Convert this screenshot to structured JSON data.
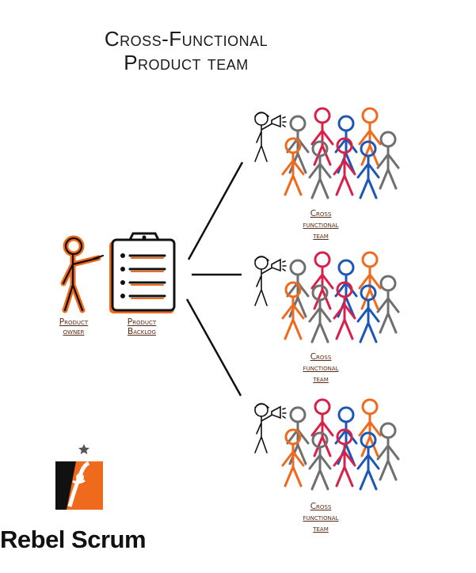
{
  "title": {
    "line1": "Cross-Functional",
    "line2": "Product team"
  },
  "product_owner": {
    "line1": "Product",
    "line2": "owner"
  },
  "product_backlog": {
    "line1": "Product",
    "line2": "Backlog"
  },
  "teams": [
    {
      "line1": "Cross",
      "line2": "functional",
      "line3": "team"
    },
    {
      "line1": "Cross",
      "line2": "functional",
      "line3": "team"
    },
    {
      "line1": "Cross",
      "line2": "functional",
      "line3": "team"
    }
  ],
  "logo": {
    "text": "Rebel Scrum"
  },
  "colors": {
    "red": "#d8214a",
    "blue": "#1d57b5",
    "orange": "#f06a1e",
    "gray": "#6f6f6f",
    "dark": "#1a1a1a",
    "label": "#5a2a14"
  },
  "icons": [
    "clipboard-icon",
    "megaphone-icon",
    "star-icon"
  ]
}
